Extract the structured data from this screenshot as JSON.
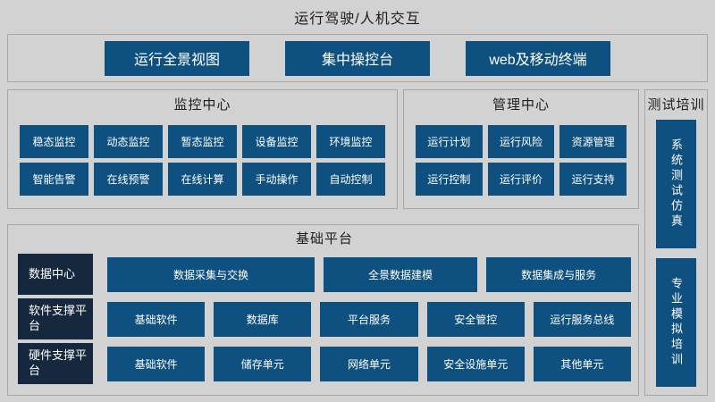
{
  "title": "运行驾驶/人机交互",
  "top_panel": {
    "buttons": [
      "运行全景视图",
      "集中操控台",
      "web及移动终端"
    ]
  },
  "monitor_center": {
    "header": "监控中心",
    "buttons": [
      "稳态监控",
      "动态监控",
      "暂态监控",
      "设备监控",
      "环境监控",
      "智能告警",
      "在线预警",
      "在线计算",
      "手动操作",
      "自动控制"
    ]
  },
  "manage_center": {
    "header": "管理中心",
    "buttons": [
      "运行计划",
      "运行风险",
      "资源管理",
      "运行控制",
      "运行评价",
      "运行支持"
    ]
  },
  "test_training": {
    "header": "测试培训",
    "buttons": [
      "系统测试仿真",
      "专业模拟培训"
    ]
  },
  "base_platform": {
    "header": "基础平台",
    "rows": [
      {
        "label": "数据中心",
        "buttons": [
          "数据采集与交换",
          "全景数据建模",
          "数据集成与服务"
        ]
      },
      {
        "label": "软件支撑平台",
        "buttons": [
          "基础软件",
          "数据库",
          "平台服务",
          "安全管控",
          "运行服务总线"
        ]
      },
      {
        "label": "硬件支撑平台",
        "buttons": [
          "基础软件",
          "储存单元",
          "网络单元",
          "安全设施单元",
          "其他单元"
        ]
      }
    ]
  },
  "colors": {
    "background": "#d2d2d2",
    "panel_border": "#a6a6a6",
    "button_blue": "#0e5080",
    "label_navy": "#16283e",
    "text_dark": "#1d1d1d",
    "text_light": "#ffffff"
  }
}
